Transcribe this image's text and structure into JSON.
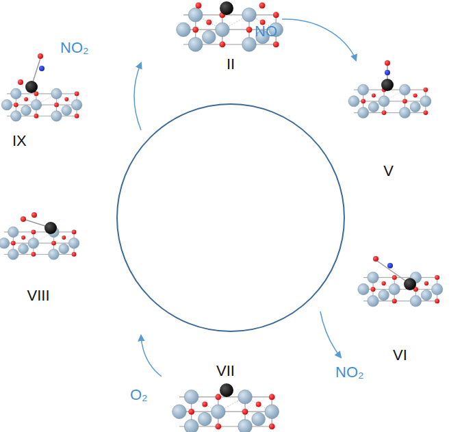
{
  "diagram": {
    "nodes": [
      {
        "text": [
          "II"
        ]
      },
      {
        "text": [
          "V"
        ]
      },
      {
        "text": [
          "VI"
        ]
      },
      {
        "text": [
          "VII"
        ]
      },
      {
        "text": [
          "VIII"
        ]
      },
      {
        "text": [
          "IX"
        ]
      }
    ],
    "edges": [
      {
        "from": 0,
        "to": 1,
        "arrow": "to",
        "label": "NO"
      }
    ],
    "labels": [
      "NO₂",
      "O₂",
      "NO₂"
    ]
  }
}
